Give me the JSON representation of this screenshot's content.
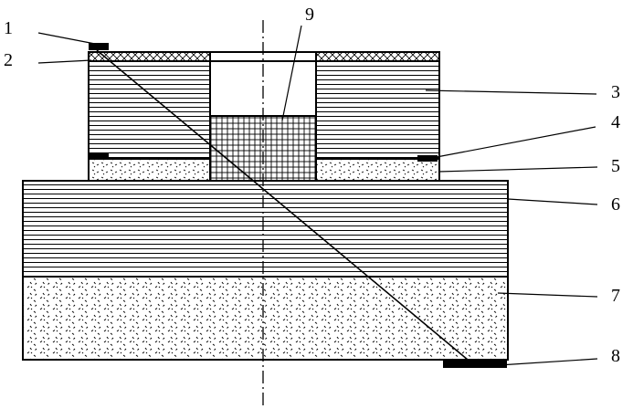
{
  "figure": {
    "callouts": [
      {
        "id": "1",
        "label": "1"
      },
      {
        "id": "2",
        "label": "2"
      },
      {
        "id": "3",
        "label": "3"
      },
      {
        "id": "4",
        "label": "4"
      },
      {
        "id": "5",
        "label": "5"
      },
      {
        "id": "6",
        "label": "6"
      },
      {
        "id": "7",
        "label": "7"
      },
      {
        "id": "8",
        "label": "8"
      },
      {
        "id": "9",
        "label": "9"
      }
    ]
  },
  "colors": {
    "line": "#000000",
    "background": "#ffffff"
  }
}
